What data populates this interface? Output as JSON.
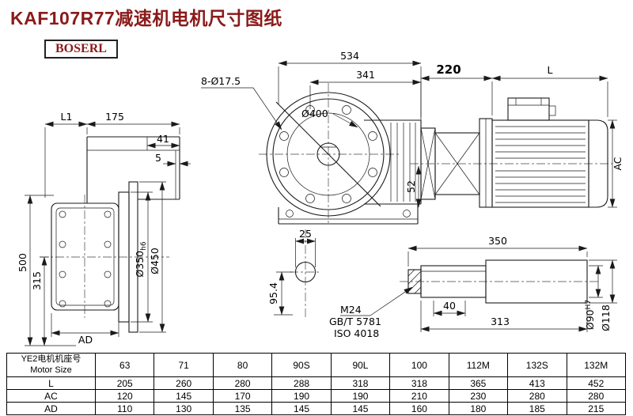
{
  "page": {
    "title": "KAF107R77减速机电机尺寸图纸",
    "logo": "BOSERL"
  },
  "labels": {
    "d534": "534",
    "d341": "341",
    "bolt_holes": "8-Ø17.5",
    "d400": "Ø400",
    "d220": "220",
    "dL": "L",
    "dAC": "AC",
    "dL1": "L1",
    "d175": "175",
    "d41": "41",
    "d5": "5",
    "d500": "500",
    "d315": "315",
    "d350_main": "Ø350",
    "d350_tol": "h6",
    "d450": "Ø450",
    "dAD": "AD",
    "d52": "52",
    "d25": "25",
    "d95_4": "95.4",
    "m24": "M24",
    "gbt": "GB/T 5781",
    "iso": "ISO 4018",
    "d350": "350",
    "d40": "40",
    "d313": "313",
    "d90_main": "Ø90",
    "d90_tol": "H7",
    "d118": "Ø118"
  },
  "table": {
    "header_cn": "YE2电机机座号",
    "header_en": "Motor Size",
    "columns": [
      "63",
      "71",
      "80",
      "90S",
      "90L",
      "100",
      "112M",
      "132S",
      "132M"
    ],
    "rows": [
      {
        "label": "L",
        "values": [
          "205",
          "260",
          "280",
          "288",
          "318",
          "318",
          "365",
          "413",
          "452"
        ]
      },
      {
        "label": "AC",
        "values": [
          "120",
          "145",
          "170",
          "190",
          "190",
          "210",
          "230",
          "280",
          "280"
        ]
      },
      {
        "label": "AD",
        "values": [
          "110",
          "130",
          "135",
          "145",
          "145",
          "160",
          "180",
          "185",
          "215"
        ]
      }
    ]
  }
}
